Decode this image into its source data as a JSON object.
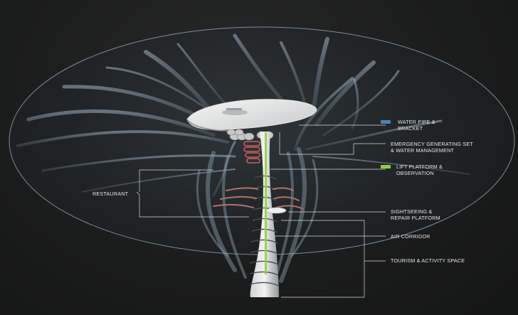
{
  "colors": {
    "background": "#1b1c1c",
    "water_pipe_swatch": "#4f7fb4",
    "lift_platform_swatch": "#8fd13a",
    "leader_line": "#d9d9d9",
    "canopy_outline": "#8fa9b8",
    "restaurant_floor": "#b5706a",
    "emergency_pods": "#c9605c"
  },
  "labels": {
    "water_pipe_line1": "WATER PIPE &",
    "water_pipe_line2": "BRACKET",
    "emergency_line1": "EMERGENCY GENERATING  SET",
    "emergency_line2": "& WATER MANAGEMENT",
    "lift_line1": "LIFT PLATFORM &",
    "lift_line2": "OBSERVATION",
    "restaurant": "RESTAURANT",
    "sightseeing_line1": "SIGHTSEEING &",
    "sightseeing_line2": "REPAIR PLATFORM",
    "air_corridor": "AIR CORRIDOR",
    "tourism": "TOURISM &  ACTIVITY SPACE"
  }
}
